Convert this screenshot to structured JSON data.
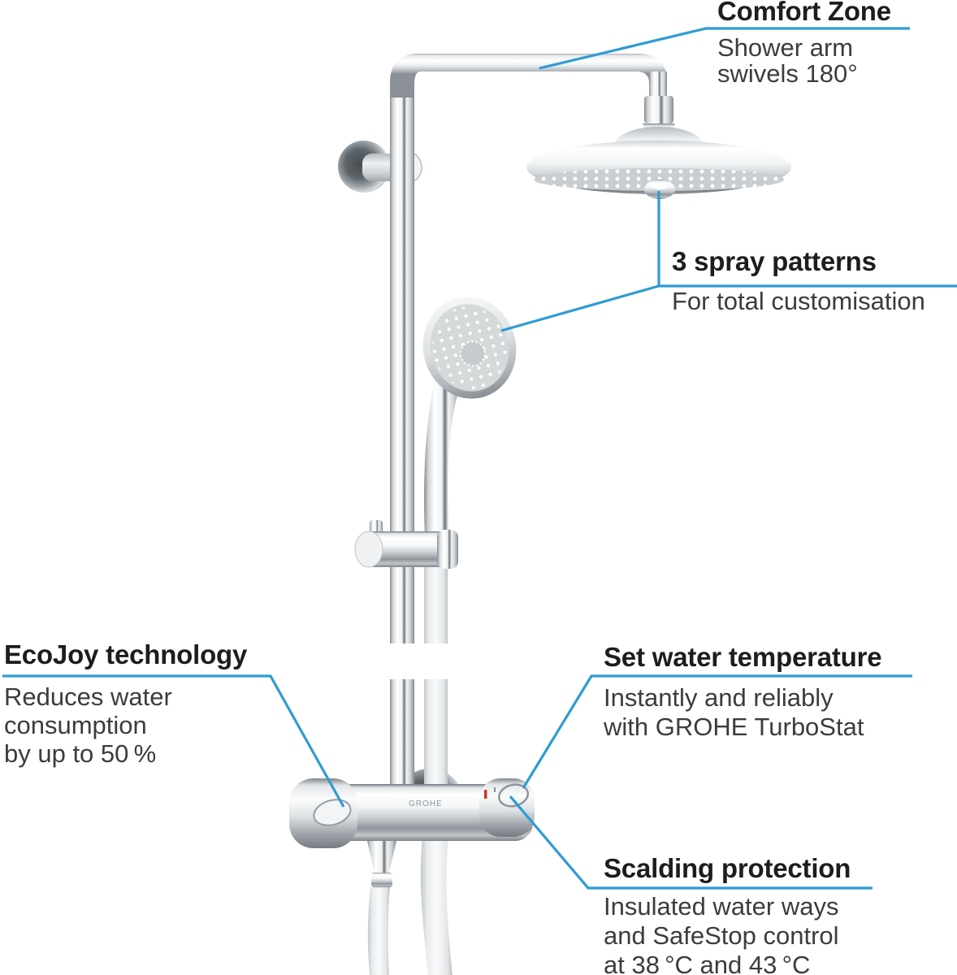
{
  "colors": {
    "accent_blue": "#2e9bd3",
    "heading_text": "#1d1d1d",
    "body_text": "#3c3c3c",
    "background": "#ffffff",
    "temp_mark_red": "#c23a28"
  },
  "product": {
    "kind": "thermostatic shower system illustration",
    "brand_mark": "GROHE"
  },
  "annotations": {
    "comfort_zone": {
      "title": "Comfort Zone",
      "body_lines": [
        "Shower arm",
        "swivels 180°"
      ]
    },
    "spray_patterns": {
      "title": "3 spray patterns",
      "body_lines": [
        "For total customisation"
      ]
    },
    "ecojoy": {
      "title": "EcoJoy technology",
      "body_lines": [
        "Reduces water",
        "consumption",
        "by up to 50 %"
      ]
    },
    "set_water_temperature": {
      "title": "Set water temperature",
      "body_lines": [
        "Instantly and reliably",
        "with GROHE TurboStat"
      ]
    },
    "scalding_protection": {
      "title": "Scalding protection",
      "body_lines": [
        "Insulated water ways",
        "and SafeStop control",
        "at 38 °C and 43 °C"
      ]
    }
  }
}
